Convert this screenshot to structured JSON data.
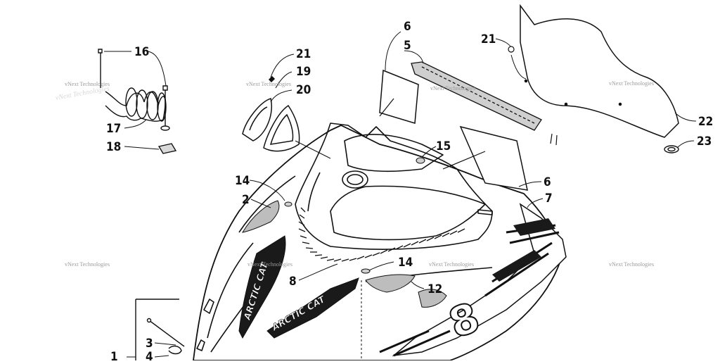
{
  "callouts": {
    "c1": "1",
    "c2": "2",
    "c3": "3",
    "c4": "4",
    "c5": "5",
    "c6a": "6",
    "c6b": "6",
    "c7": "7",
    "c8": "8",
    "c12": "12",
    "c14a": "14",
    "c14b": "14",
    "c15": "15",
    "c16": "16",
    "c17": "17",
    "c18": "18",
    "c19": "19",
    "c20": "20",
    "c21a": "21",
    "c21b": "21",
    "c22": "22",
    "c23": "23"
  },
  "decals": {
    "logo_1": "ARCTIC CAT",
    "logo_2": "ARCTIC CAT",
    "side_number": "8"
  },
  "watermark": {
    "text": "vNext Technologies"
  }
}
